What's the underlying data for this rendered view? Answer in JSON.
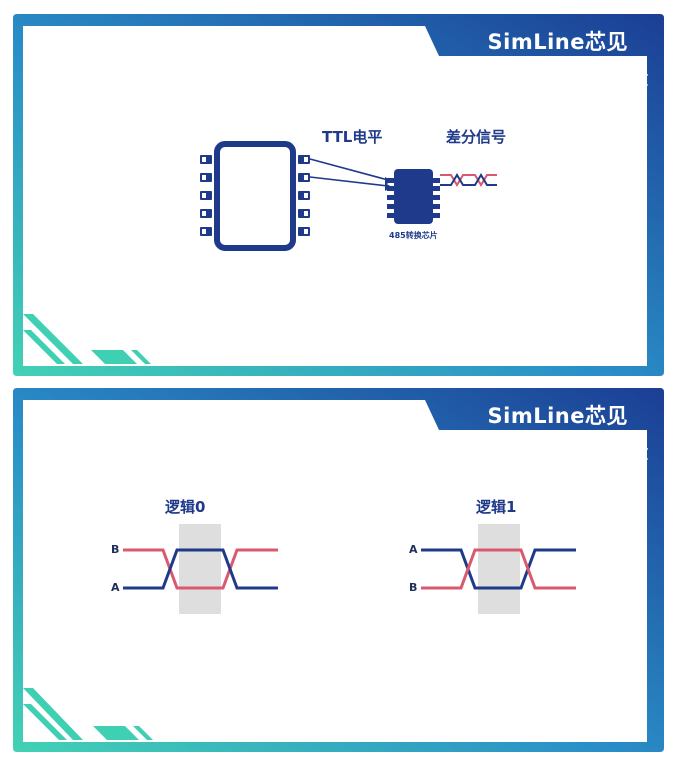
{
  "brand": "SimLine芯见",
  "panel1": {
    "ttl_label": "TTL电平",
    "diff_label": "差分信号",
    "chip_label": "485转换芯片"
  },
  "panel2": {
    "logic0": {
      "title": "逻辑0",
      "top_line": "B",
      "bottom_line": "A"
    },
    "logic1": {
      "title": "逻辑1",
      "top_line": "A",
      "bottom_line": "B"
    }
  },
  "colors": {
    "navy": "#1f3a8a",
    "teal": "#3ccfb3",
    "red": "#d95a6e",
    "gray_band": "#dedede"
  }
}
